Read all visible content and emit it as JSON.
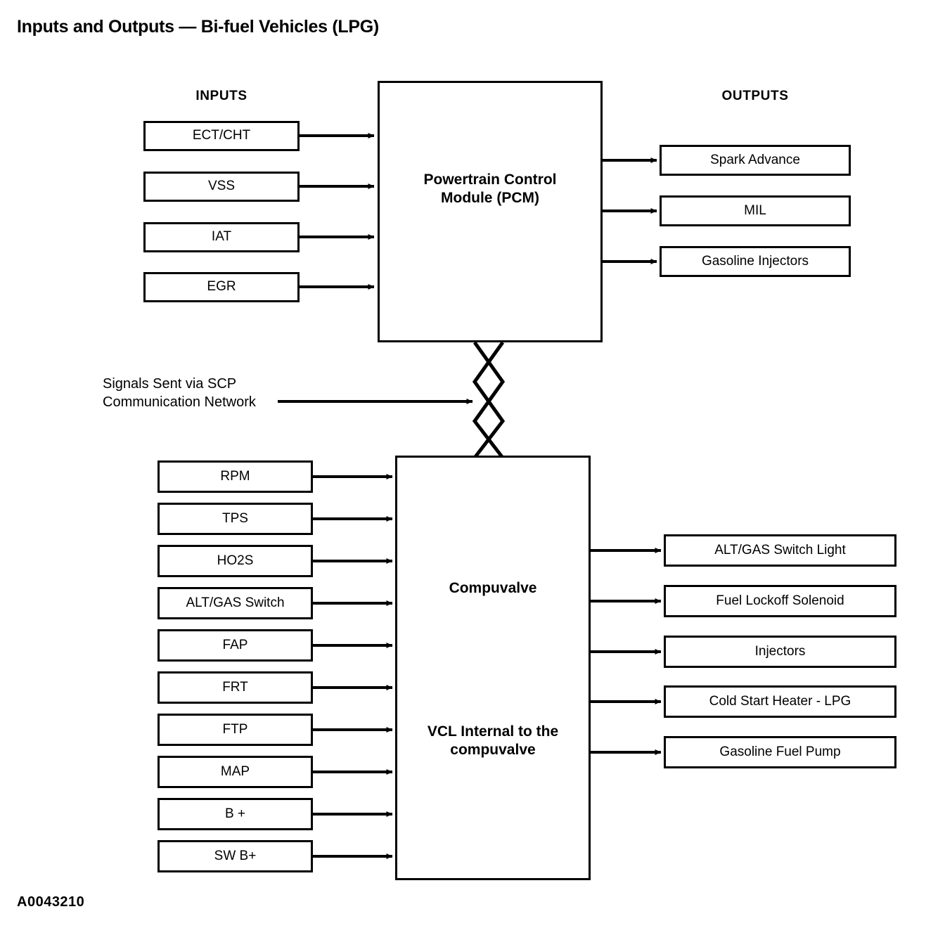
{
  "title": "Inputs and Outputs — Bi-fuel Vehicles (LPG)",
  "figure_id": "A0043210",
  "headings": {
    "inputs": "INPUTS",
    "outputs": "OUTPUTS"
  },
  "colors": {
    "stroke": "#000000",
    "background": "#ffffff",
    "text": "#000000"
  },
  "modules": {
    "pcm": {
      "label_line1": "Powertrain Control",
      "label_line2": "Module (PCM)"
    },
    "compuvalve": {
      "label_top": "Compuvalve",
      "label_bottom_line1": "VCL Internal to the",
      "label_bottom_line2": "compuvalve"
    }
  },
  "network": {
    "label_line1": "Signals Sent via SCP",
    "label_line2": "Communication Network",
    "icon": "twisted-pair-icon"
  },
  "pcm_inputs": [
    {
      "label": "ECT/CHT"
    },
    {
      "label": "VSS"
    },
    {
      "label": "IAT"
    },
    {
      "label": "EGR"
    }
  ],
  "pcm_outputs": [
    {
      "label": "Spark Advance"
    },
    {
      "label": "MIL"
    },
    {
      "label": "Gasoline Injectors"
    }
  ],
  "compuvalve_inputs": [
    {
      "label": "RPM"
    },
    {
      "label": "TPS"
    },
    {
      "label": "HO2S"
    },
    {
      "label": "ALT/GAS Switch"
    },
    {
      "label": "FAP"
    },
    {
      "label": "FRT"
    },
    {
      "label": "FTP"
    },
    {
      "label": "MAP"
    },
    {
      "label": "B +"
    },
    {
      "label": "SW B+"
    }
  ],
  "compuvalve_outputs": [
    {
      "label": "ALT/GAS Switch Light"
    },
    {
      "label": "Fuel Lockoff Solenoid"
    },
    {
      "label": "Injectors"
    },
    {
      "label": "Cold Start Heater - LPG"
    },
    {
      "label": "Gasoline Fuel Pump"
    }
  ]
}
